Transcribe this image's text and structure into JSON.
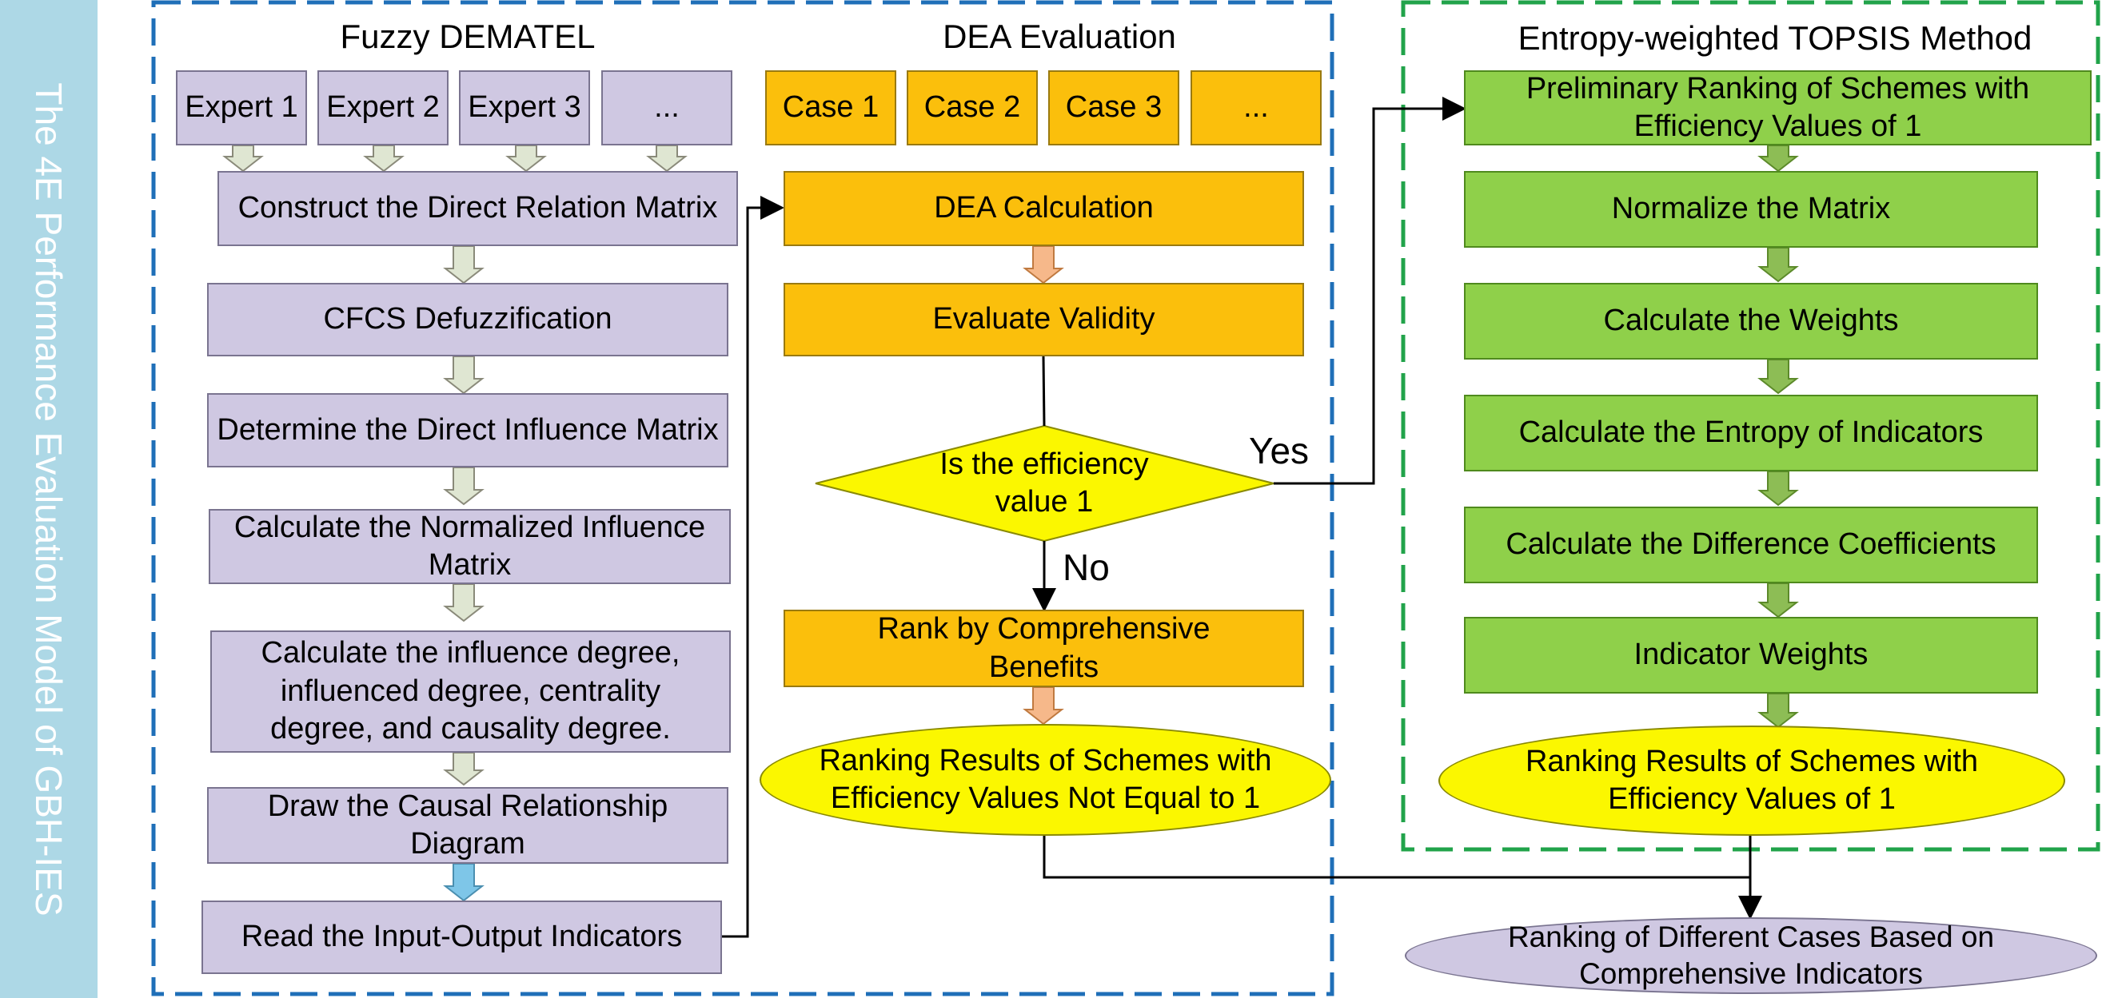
{
  "side_title": "The 4E Performance Evaluation Model of GBH-IES",
  "sections": {
    "dematel": "Fuzzy DEMATEL",
    "dea": "DEA Evaluation",
    "topsis": "Entropy-weighted TOPSIS Method"
  },
  "experts": [
    "Expert 1",
    "Expert 2",
    "Expert 3",
    "..."
  ],
  "cases": [
    "Case 1",
    "Case 2",
    "Case 3",
    "..."
  ],
  "dematel_steps": [
    "Construct the Direct Relation Matrix",
    "CFCS Defuzzification",
    "Determine the Direct Influence Matrix",
    "Calculate the Normalized Influence Matrix",
    "Calculate the influence degree, influenced degree, centrality degree, and causality degree.",
    "Draw the Causal Relationship Diagram",
    "Read the Input-Output Indicators"
  ],
  "dea_steps": {
    "calc": "DEA Calculation",
    "validity": "Evaluate Validity",
    "decision": "Is the efficiency value 1",
    "yes": "Yes",
    "no": "No",
    "rank": "Rank by Comprehensive Benefits",
    "result": "Ranking Results of Schemes with Efficiency Values Not Equal to 1"
  },
  "topsis_steps": [
    "Preliminary Ranking of Schemes with Efficiency Values of 1",
    "Normalize the Matrix",
    "Calculate the Weights",
    "Calculate the Entropy of Indicators",
    "Calculate the Difference Coefficients",
    "Indicator Weights"
  ],
  "topsis_result": "Ranking Results of Schemes with Efficiency Values of 1",
  "final_result": "Ranking of Different Cases Based on Comprehensive Indicators",
  "colors": {
    "purple": "#cfc8e2",
    "orange": "#fbbf0c",
    "green": "#8fd04a",
    "yellow": "#fbf700",
    "side_panel": "#add8e6",
    "blue_dash": "#1f6fb8",
    "green_dash": "#21a34a"
  }
}
